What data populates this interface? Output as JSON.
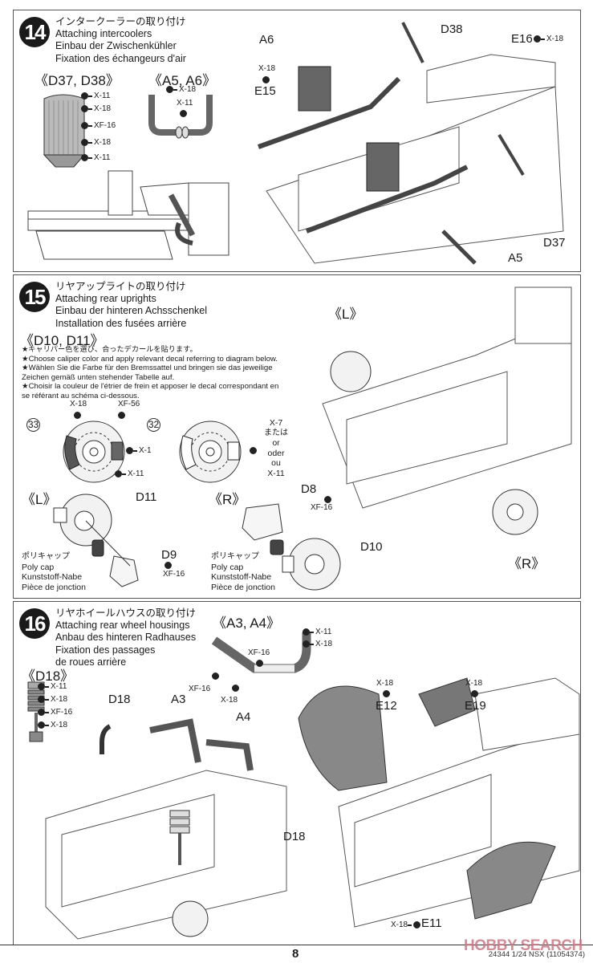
{
  "page_number": "8",
  "product_code": "24344  1/24 NSX (11054374)",
  "watermark": "HOBBY SEARCH",
  "steps": [
    {
      "number": "14",
      "title_jp": "インタークーラーの取り付け",
      "title_en": "Attaching intercoolers",
      "title_de": "Einbau der Zwischenkühler",
      "title_fr": "Fixation des échangeurs d'air",
      "groups": [
        {
          "label": "《D37, D38》",
          "paints": [
            "X-11",
            "X-18",
            "XF-16",
            "X-18",
            "X-11"
          ]
        },
        {
          "label": "《A5, A6》",
          "paints": [
            "X-18",
            "X-11"
          ]
        }
      ],
      "part_labels": [
        "A6",
        "D38",
        "E16",
        "E15",
        "D37",
        "A5"
      ],
      "part_paints": {
        "E16": "X-18",
        "E15": "X-18"
      }
    },
    {
      "number": "15",
      "title_jp": "リヤアップライトの取り付け",
      "title_en": "Attaching rear uprights",
      "title_de": "Einbau der hinteren Achsschenkel",
      "title_fr": "Installation des fusées arrière",
      "group_label": "《D10, D11》",
      "notes": [
        "★キャリパー色を選び、合ったデカールを貼ります。",
        "★Choose caliper color and apply relevant decal referring to diagram below.",
        "★Wählen Sie die Farbe für den Bremssattel und bringen sie das jeweilige Zeichen gemäß unten stehender Tabelle auf.",
        "★Choisir la couleur de l'étrier de frein et apposer le decal correspondant en se référant au schéma ci-dessous."
      ],
      "decal_options": [
        {
          "decal": "33",
          "paints": [
            "X-18",
            "XF-56",
            "X-1",
            "X-11"
          ]
        },
        {
          "decal": "32",
          "paints": [
            "X-7",
            "または",
            "or",
            "oder",
            "ou",
            "X-11"
          ]
        }
      ],
      "side_left": "《L》",
      "side_right": "《R》",
      "part_labels": [
        "D11",
        "D9",
        "D8",
        "D10"
      ],
      "part_paints": {
        "D9": "XF-16",
        "D8": "XF-16"
      },
      "polycap": {
        "jp": "ポリキャップ",
        "en": "Poly cap",
        "de": "Kunststoff-Nabe",
        "fr": "Pièce de jonction"
      }
    },
    {
      "number": "16",
      "title_jp": "リヤホイールハウスの取り付け",
      "title_en": "Attaching rear wheel housings",
      "title_de": "Anbau des hinteren Radhauses",
      "title_fr1": "Fixation des passages",
      "title_fr2": "de roues arrière",
      "groups": [
        {
          "label": "《A3, A4》",
          "paints": [
            "XF-16",
            "X-11",
            "X-18",
            "XF-16",
            "X-18"
          ]
        },
        {
          "label": "《D18》",
          "paints": [
            "X-11",
            "X-18",
            "XF-16",
            "X-18"
          ]
        }
      ],
      "part_labels": [
        "D18",
        "A3",
        "A4",
        "D18",
        "E12",
        "E19",
        "E11"
      ],
      "part_paints": {
        "E12": "X-18",
        "E19": "X-18",
        "E11": "X-18"
      }
    }
  ]
}
